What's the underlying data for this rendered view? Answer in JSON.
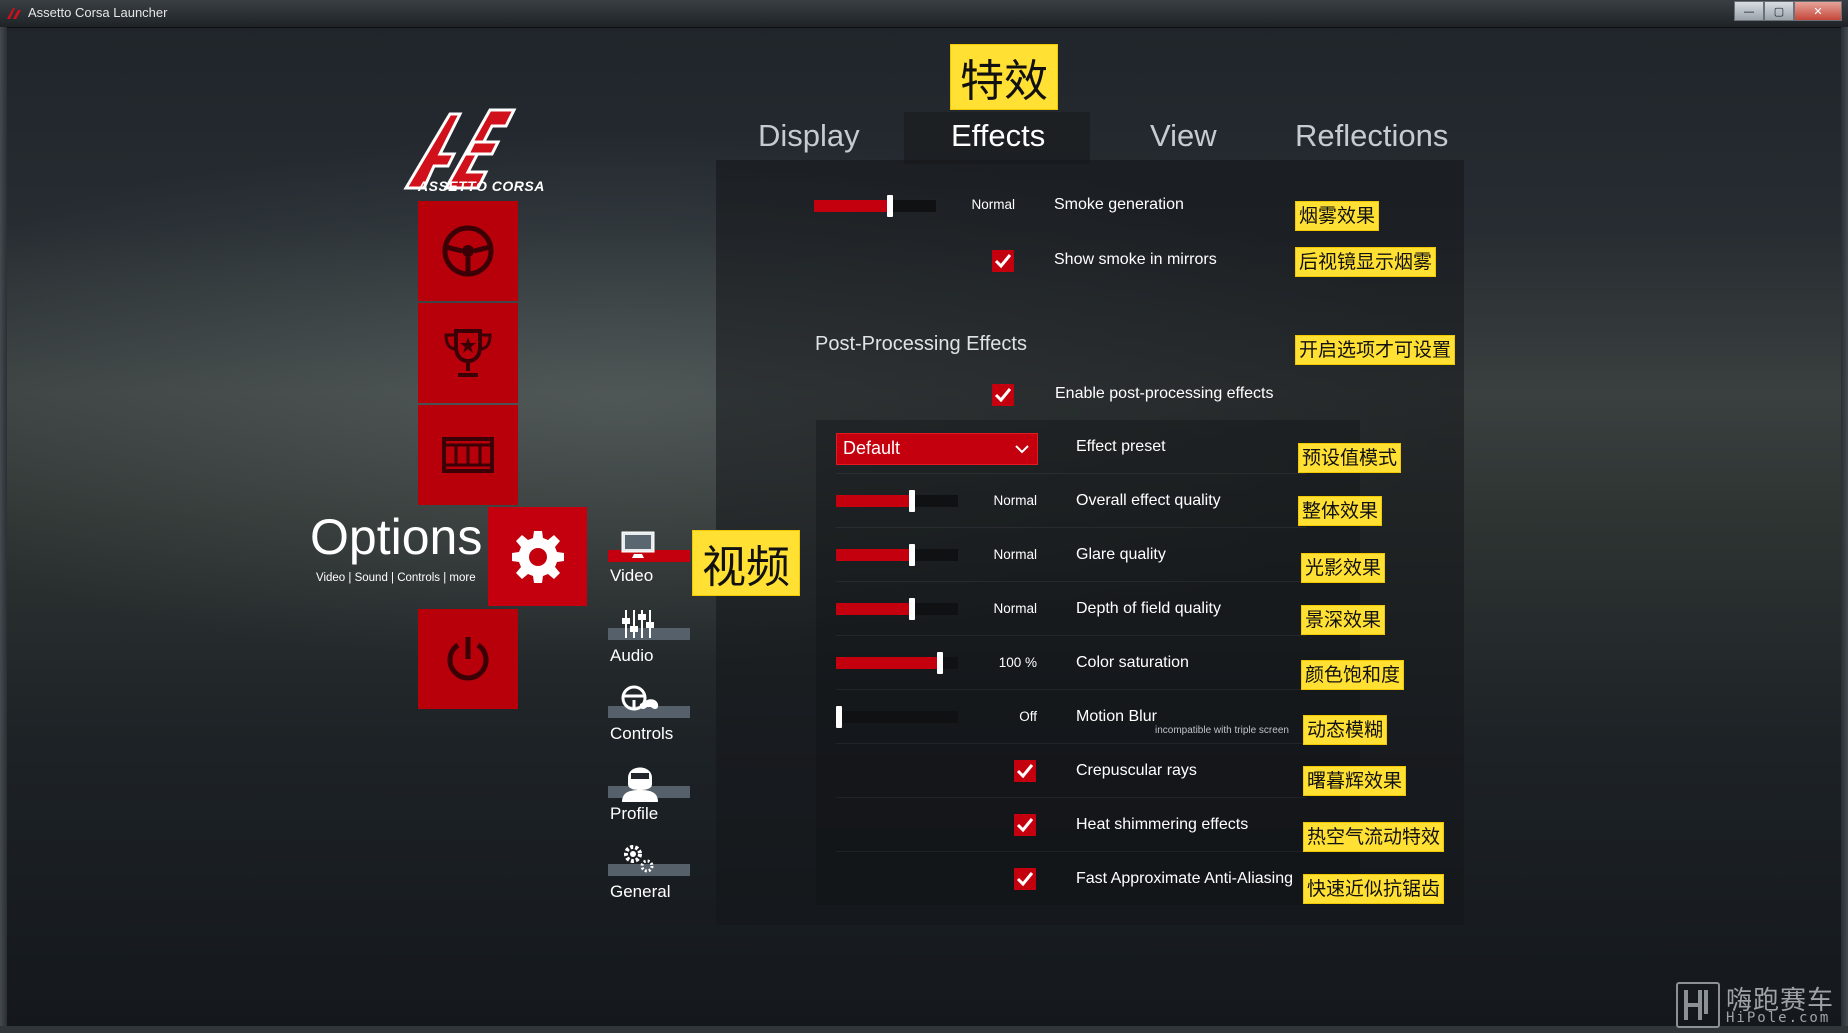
{
  "window": {
    "title": "Assetto Corsa Launcher",
    "minimize": "—",
    "maximize": "▢",
    "close": "✕"
  },
  "brand": {
    "logo_text": "ASSETTO CORSA",
    "accent": "#c4000e"
  },
  "options": {
    "title": "Options",
    "subtitle": "Video | Sound | Controls | more"
  },
  "submenu": [
    {
      "label": "Video",
      "icon": "monitor-icon",
      "active": true
    },
    {
      "label": "Audio",
      "icon": "mixer-icon",
      "active": false
    },
    {
      "label": "Controls",
      "icon": "controls-icon",
      "active": false
    },
    {
      "label": "Profile",
      "icon": "driver-helmet-icon",
      "active": false
    },
    {
      "label": "General",
      "icon": "gears-icon",
      "active": false
    }
  ],
  "tabs": [
    {
      "label": "Display"
    },
    {
      "label": "Effects",
      "active": true
    },
    {
      "label": "View"
    },
    {
      "label": "Reflections"
    }
  ],
  "settings": {
    "smoke_generation": {
      "label": "Smoke generation",
      "value": "Normal",
      "level": 0.62
    },
    "show_smoke_mirrors": {
      "label": "Show smoke in mirrors",
      "checked": true
    },
    "post_processing_title": "Post-Processing Effects",
    "enable_post_processing": {
      "label": "Enable post-processing effects",
      "checked": true
    },
    "effect_preset": {
      "label": "Effect preset",
      "value": "Default"
    },
    "overall_quality": {
      "label": "Overall effect quality",
      "value": "Normal",
      "level": 0.62
    },
    "glare_quality": {
      "label": "Glare quality",
      "value": "Normal",
      "level": 0.62
    },
    "dof_quality": {
      "label": "Depth of field quality",
      "value": "Normal",
      "level": 0.62
    },
    "color_saturation": {
      "label": "Color saturation",
      "value": "100 %",
      "level": 0.85
    },
    "motion_blur": {
      "label": "Motion Blur",
      "value": "Off",
      "level": 0.0,
      "note": "incompatible with triple screen"
    },
    "crepuscular_rays": {
      "label": "Crepuscular rays",
      "checked": true
    },
    "heat_shimmering": {
      "label": "Heat shimmering effects",
      "checked": true
    },
    "fxaa": {
      "label": "Fast Approximate Anti-Aliasing",
      "checked": true
    }
  },
  "annotations": {
    "effects_tab": "特效",
    "video": "视频",
    "smoke": "烟雾效果",
    "mirror_smoke": "后视镜显示烟雾",
    "post_processing": "开启选项才可设置",
    "preset": "预设值模式",
    "overall": "整体效果",
    "glare": "光影效果",
    "dof": "景深效果",
    "saturation": "颜色饱和度",
    "motion_blur": "动态模糊",
    "crepuscular": "曙暮辉效果",
    "heat": "热空气流动特效",
    "fxaa": "快速近似抗锯齿"
  },
  "watermark": {
    "cn": "嗨跑赛车",
    "en": "HiPole.com"
  }
}
